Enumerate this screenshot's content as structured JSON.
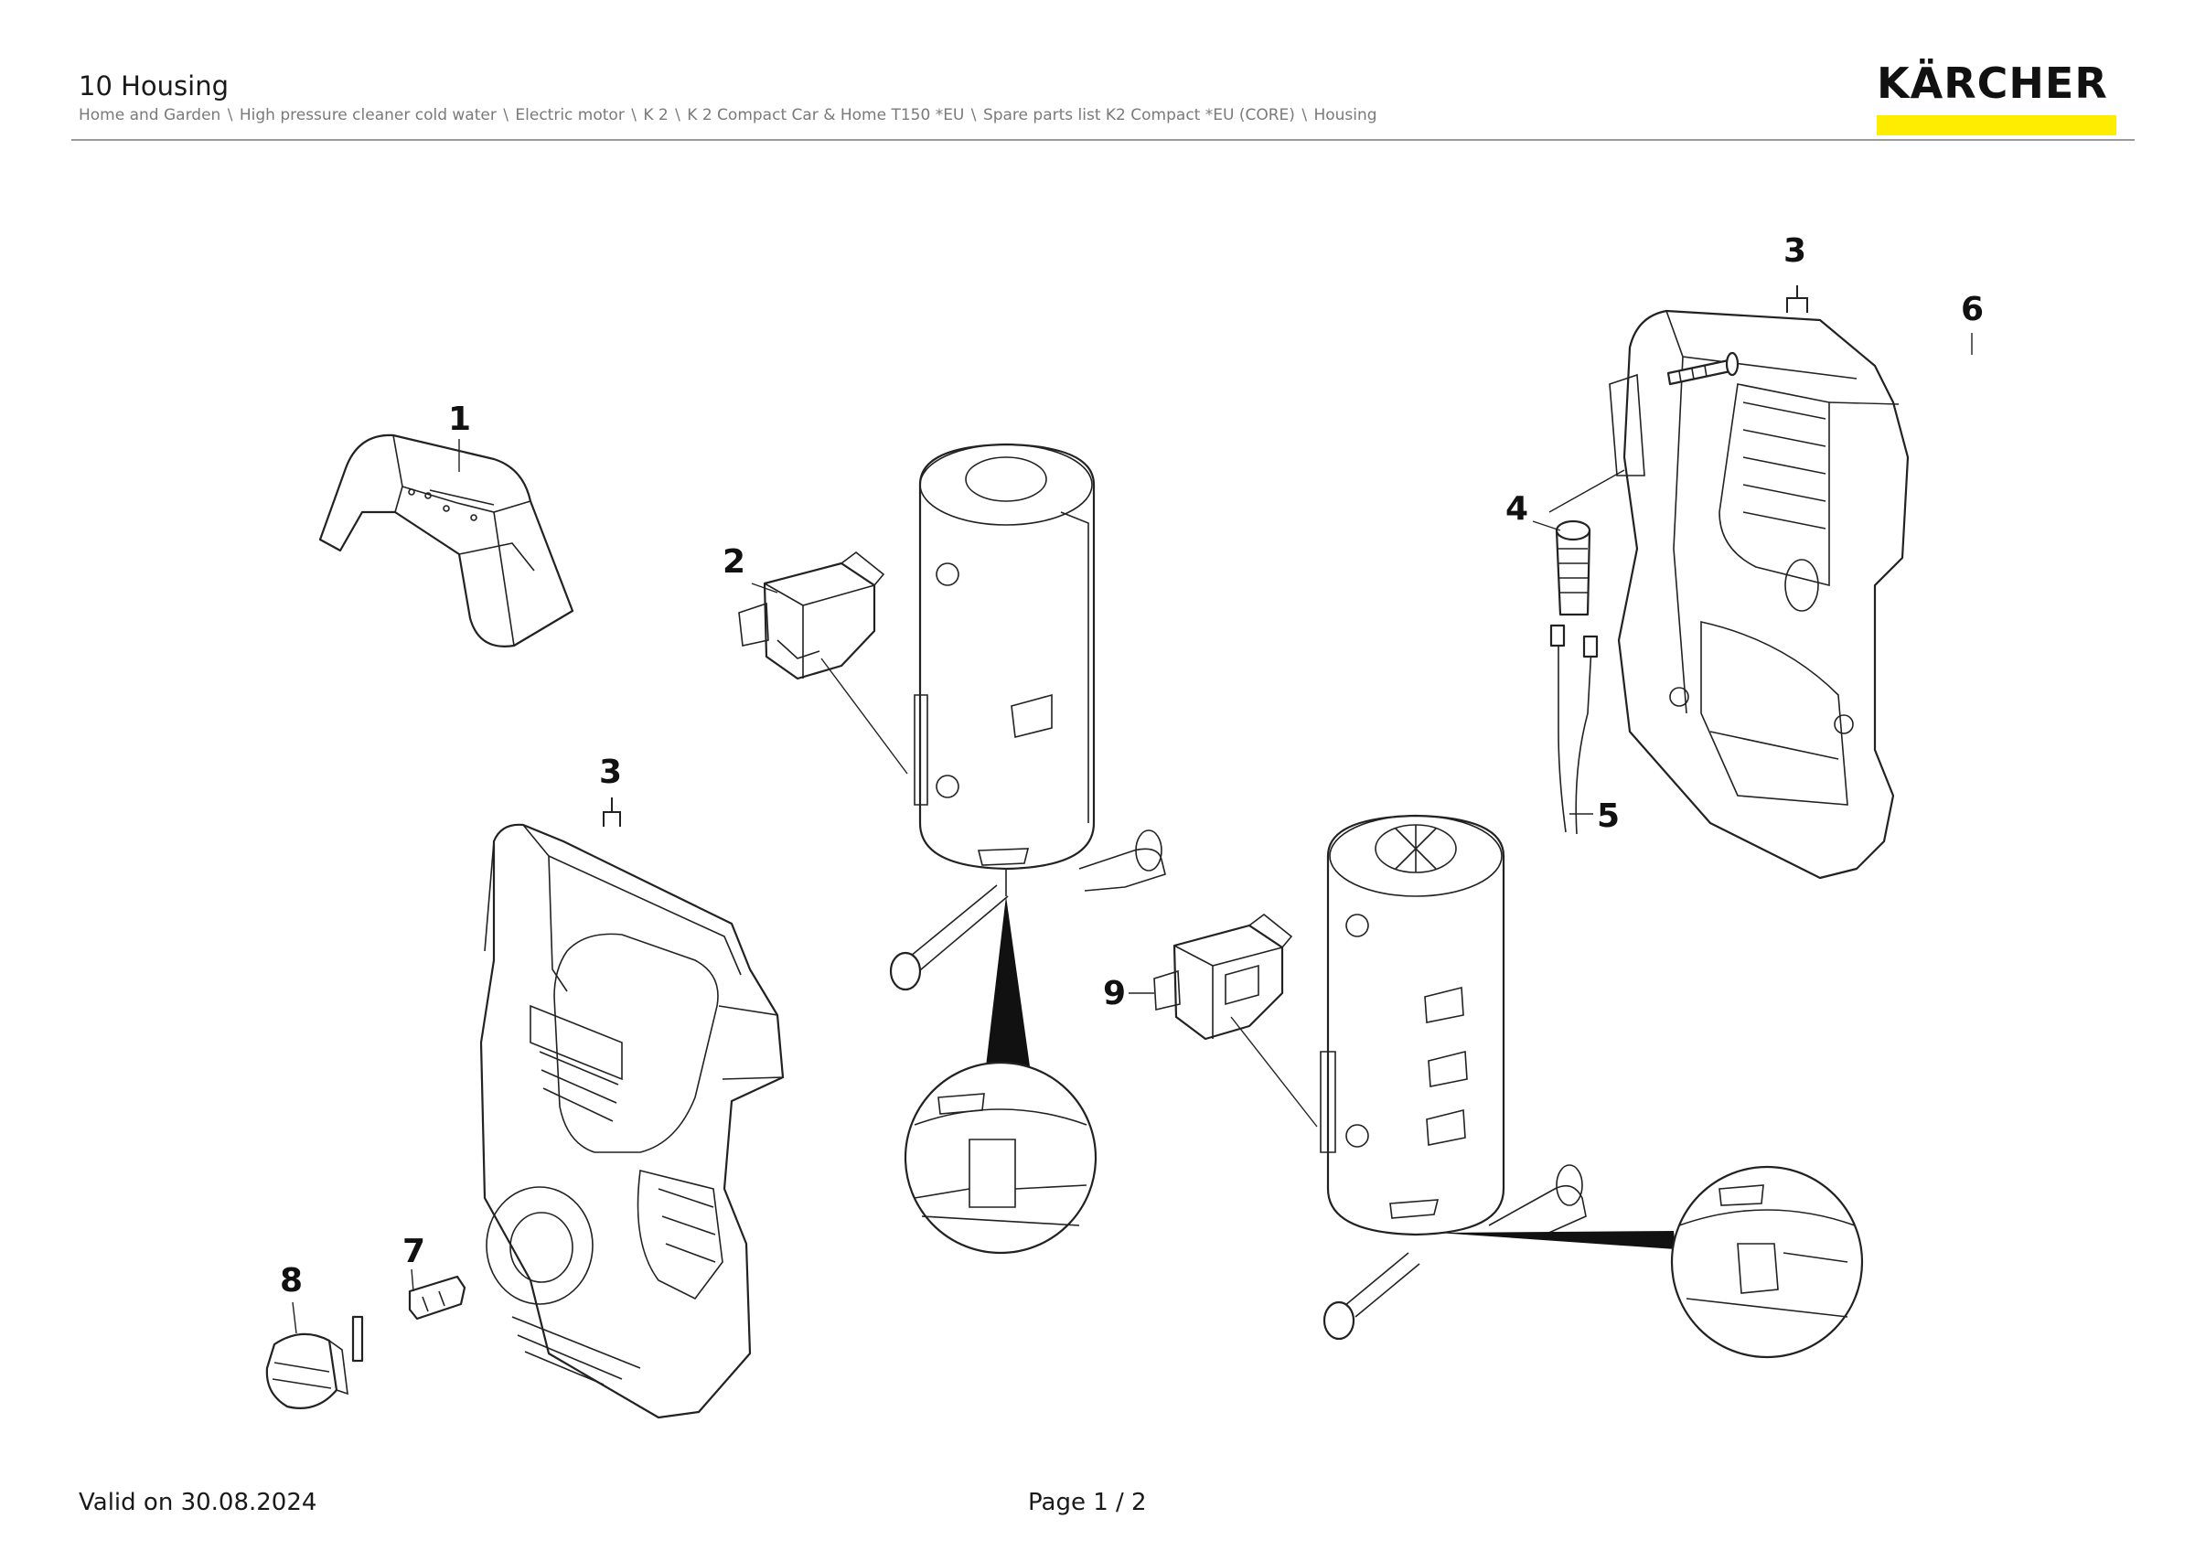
{
  "header": {
    "title": "10 Housing",
    "breadcrumb": [
      "Home and Garden",
      "High pressure cleaner cold water",
      "Electric motor",
      "K 2",
      "K 2 Compact Car & Home T150 *EU",
      "Spare parts list K2 Compact *EU (CORE)",
      "Housing"
    ],
    "breadcrumb_separator": "\\"
  },
  "logo": {
    "text": "KÄRCHER",
    "bar_color": "#ffed00"
  },
  "diagram": {
    "callouts": [
      "1",
      "2",
      "3",
      "3",
      "4",
      "5",
      "6",
      "7",
      "8",
      "9"
    ]
  },
  "footer": {
    "valid": "Valid on 30.08.2024",
    "page": "Page 1 / 2"
  }
}
